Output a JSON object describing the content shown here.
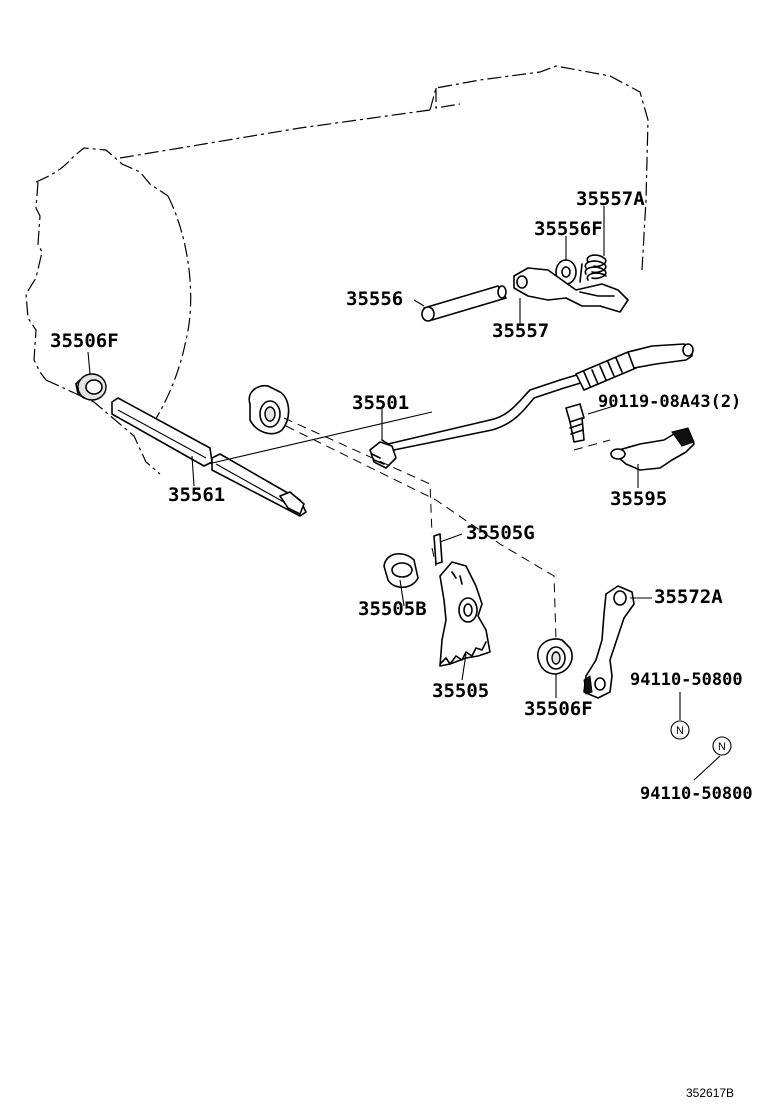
{
  "diagram_id": "352617B",
  "labels": {
    "p35557A": "35557A",
    "p35556F": "35556F",
    "p35556": "35556",
    "p35557": "35557",
    "p35506F_top": "35506F",
    "p35501": "35501",
    "p90119": "90119-08A43(2)",
    "p35595": "35595",
    "p35561": "35561",
    "p35505G": "35505G",
    "p35572A": "35572A",
    "p35505B": "35505B",
    "p35505": "35505",
    "p35506F_bottom": "35506F",
    "p94110_a": "94110-50800",
    "p94110_b": "94110-50800"
  },
  "symbols": {
    "new_part_mark": "N"
  }
}
